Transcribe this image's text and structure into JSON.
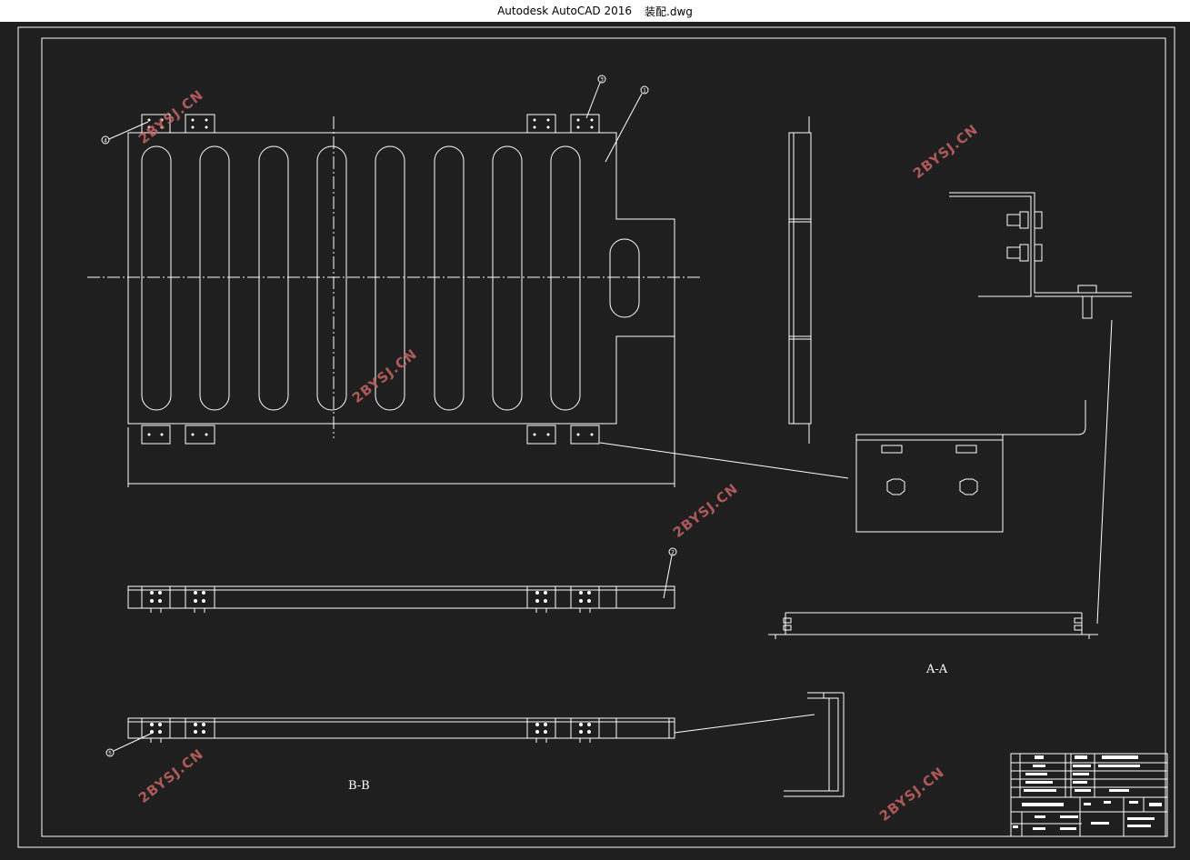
{
  "window": {
    "app_name": "Autodesk AutoCAD 2016",
    "file_name": "装配.dwg"
  },
  "drawing": {
    "section_aa_label": "A-A",
    "section_bb_label": "B-B",
    "balloons": [
      "1",
      "2",
      "3",
      "4",
      "5"
    ],
    "watermark_text": "2BYSJ.CN"
  },
  "colors": {
    "background": "#1f1f1f",
    "line": "#ffffff",
    "watermark": "#c86464"
  }
}
